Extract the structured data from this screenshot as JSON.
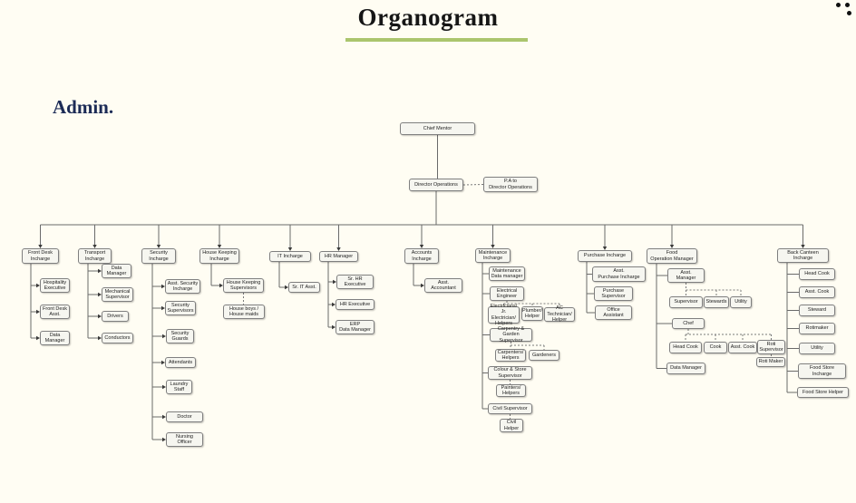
{
  "title": "Organogram",
  "section_label": "Admin.",
  "colors": {
    "background": "#fffdf3",
    "title_underline": "#abc56d",
    "admin_text": "#1c2b56",
    "node_border": "#7f7f7f",
    "connector": "#6a6a6a"
  },
  "labels": {
    "chief_mentor": "Chief Mentor",
    "director_operations": "Director Operations",
    "pa_director": "P.A to\nDirector Operations",
    "front_desk": "Front Desk\nIncharge",
    "transport": "Transport\nIncharge",
    "security": "Security\nIncharge",
    "housekeeping": "House Keeping\nIncharge",
    "it": "IT Incharge",
    "hr": "HR Manager",
    "accounts": "Accounts\nIncharge",
    "maintenance": "Maintenance\nIncharge",
    "purchase": "Purchase Incharge",
    "food_ops": "Food\nOperation Manager",
    "back_canteen": "Back Canteen\nIncharge",
    "fd_hospitality": "Hospitality\nExecutive",
    "fd_asst": "Front Desk\nAsst.",
    "fd_data": "Data\nManager",
    "tr_data": "Data\nManager",
    "tr_mech": "Mechanical\nSupervisor",
    "tr_drivers": "Drivers",
    "tr_conductors": "Conductors",
    "sec_asst": "Asst. Security\nIncharge",
    "sec_sup": "Security\nSupervisors",
    "sec_guards": "Security\nGuards",
    "sec_attend": "Attendants",
    "sec_laundry": "Laundry\nStaff",
    "sec_doctor": "Doctor",
    "sec_nursing": "Nursing\nOfficer",
    "hk_sup": "House Keeping\nSupervisors",
    "hk_boys": "House boys /\nHouse maids",
    "it_sr": "Sr. IT Asst.",
    "hr_sr": "Sr. HR\nExecutive",
    "hr_exec": "HR Executive",
    "hr_erp": "ERP\nData Manager",
    "acc_asst": "Asst.\nAccountant",
    "mnt_data": "Maintenance\nData manager",
    "mnt_elec_eng": "Electrical\nEngineer",
    "mnt_electricians": "Electricians/\nJr. Electrician/\nHelpers",
    "mnt_plumber": "Plumber/\nHelper",
    "mnt_ac": "AC Technician/\nHelper",
    "mnt_carpentry_sup": "Carpentry &\nGarden Supervisor",
    "mnt_carpenters": "Carpenters/\nHelpers",
    "mnt_gardeners": "Gardeners",
    "mnt_colour": "Colour & Store\nSupervisor",
    "mnt_painters": "Painters/\nHelpers",
    "mnt_civil_sup": "Civil Supervisor",
    "mnt_civil_helper": "Civil\nHelper",
    "pur_asst": "Asst.\nPurchase Incharge",
    "pur_sup": "Purchase\nSupervisor",
    "pur_office": "Office\nAssistant",
    "food_asst_mgr": "Asst.\nManager",
    "food_supervisor": "Supervisor",
    "food_stewards": "Stewards",
    "food_utility": "Utility",
    "food_chef": "Chef",
    "food_head_cook": "Head Cook",
    "food_cook": "Cook",
    "food_asst_cook": "Asst. Cook",
    "food_roti_sup": "Roti\nSupervisor",
    "food_roti_maker": "Roti Maker",
    "food_data_mgr": "Data Manager",
    "bc_head_cook": "Head Cook",
    "bc_asst_cook": "Asst. Cook",
    "bc_steward": "Steward",
    "bc_rotimaker": "Rotimaker",
    "bc_utility": "Utility",
    "bc_food_store": "Food Store\nIncharge",
    "bc_food_helper": "Food Store Helper"
  }
}
